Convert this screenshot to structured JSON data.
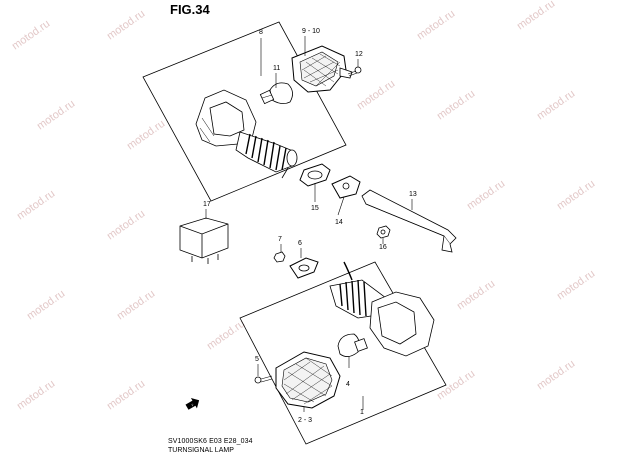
{
  "figure": {
    "title": "FIG.34",
    "code": "SV1000SK6 E03 E28_034",
    "caption": "TURNSIGNAL LAMP"
  },
  "callouts": [
    "8",
    "9 - 10",
    "11",
    "12",
    "13",
    "14",
    "15",
    "16",
    "17",
    "7",
    "6",
    "5",
    "4",
    "2 - 3",
    "1"
  ],
  "watermark": "motod.ru",
  "colors": {
    "line": "#000000",
    "watermark": "#e3c9c9"
  }
}
